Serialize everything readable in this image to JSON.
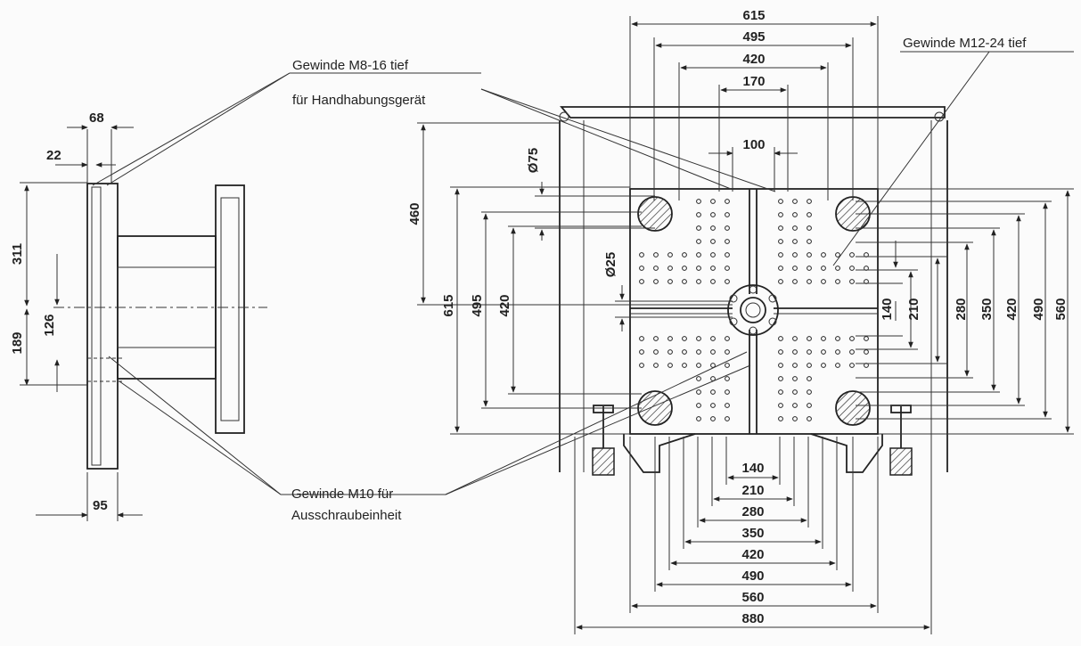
{
  "callouts": {
    "m8_line1": "Gewinde M8-16 tief",
    "m8_line2": "für Handhabungsgerät",
    "m12": "Gewinde M12-24 tief",
    "m10_line1": "Gewinde M10 für",
    "m10_line2": "Ausschraubeinheit"
  },
  "side_view": {
    "w68": "68",
    "w22": "22",
    "h311": "311",
    "h126": "126",
    "h189": "189",
    "w95": "95"
  },
  "top_dims": {
    "d615": "615",
    "d495": "495",
    "d420": "420",
    "d170": "170",
    "d100": "100",
    "dia75": "Ø75"
  },
  "left_dims": {
    "d460": "460",
    "d615": "615",
    "d495": "495",
    "d420": "420",
    "dia25": "Ø25"
  },
  "right_dims": {
    "d140": "140",
    "d210": "210",
    "d280": "280",
    "d350": "350",
    "d420": "420",
    "d490": "490",
    "d560": "560"
  },
  "bottom_dims": {
    "d140": "140",
    "d210": "210",
    "d280": "280",
    "d350": "350",
    "d420": "420",
    "d490": "490",
    "d560": "560",
    "d880": "880"
  }
}
